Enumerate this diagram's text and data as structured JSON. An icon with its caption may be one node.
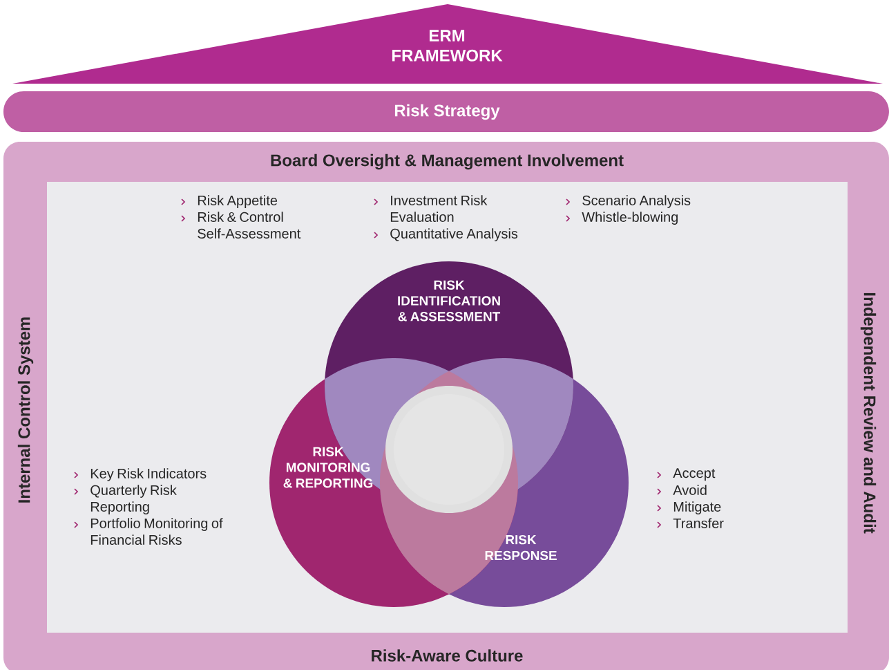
{
  "diagram": {
    "nodes": [
      {
        "text": [
          "ERM FRAMEWORK"
        ]
      },
      {
        "text": [
          "Risk Strategy"
        ]
      },
      {
        "text": [
          "Board Oversight & Management Involvement",
          "Internal Control System",
          "Independent Review and Audit",
          "Risk-Aware Culture"
        ]
      },
      {
        "text": [
          "RISK IDENTIFICATION & ASSESSMENT"
        ],
        "in": 2
      },
      {
        "text": [
          "RISK MONITORING & REPORTING"
        ],
        "in": 2
      },
      {
        "text": [
          "RISK RESPONSE"
        ],
        "in": 2
      }
    ],
    "labels": [
      "Risk Appetite",
      "Risk & Control Self-Assessment",
      "Investment Risk Evaluation",
      "Quantitative Analysis",
      "Scenario Analysis",
      "Whistle-blowing",
      "Key Risk Indicators",
      "Quarterly Risk Reporting",
      "Portfolio Monitoring of Financial Risks",
      "Accept",
      "Avoid",
      "Mitigate",
      "Transfer"
    ]
  }
}
